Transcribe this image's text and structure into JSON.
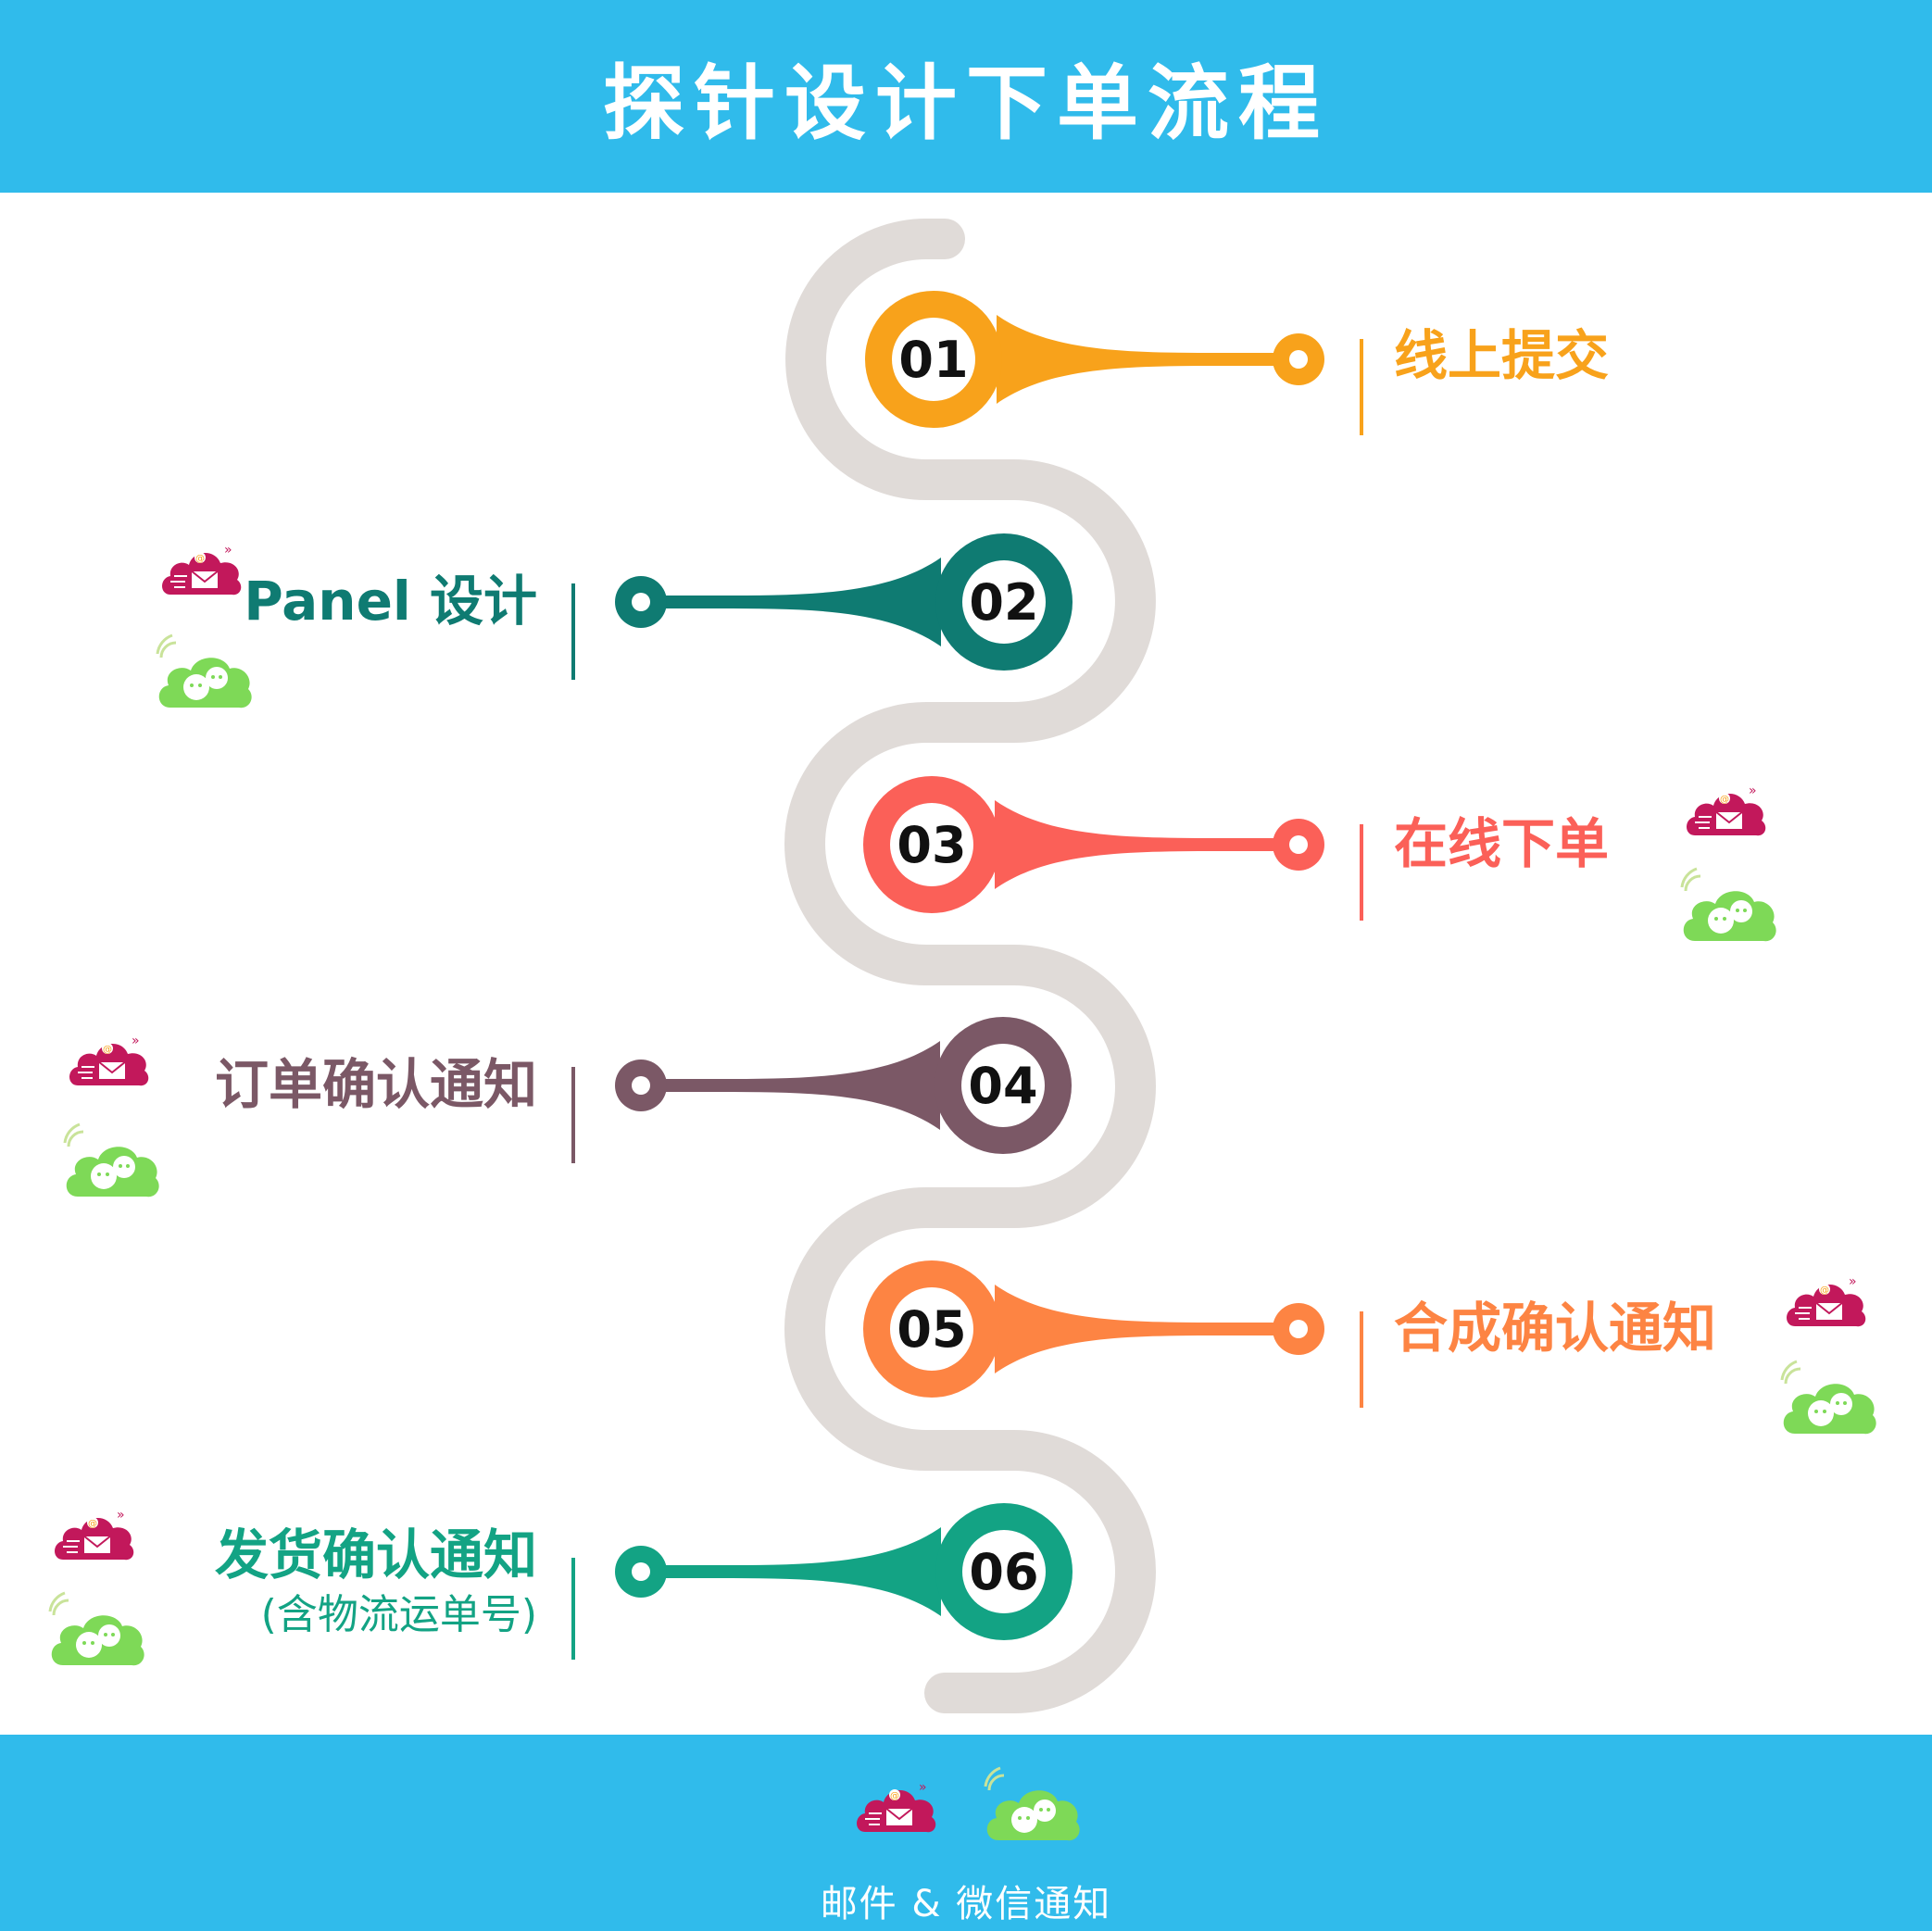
{
  "header": {
    "title": "探针设计下单流程"
  },
  "steps": [
    {
      "number": "01",
      "label": "线上提交",
      "color": "#f8a21b",
      "side": "right",
      "notify": false
    },
    {
      "number": "02",
      "label": "Panel 设计",
      "color": "#0f7b72",
      "side": "left",
      "notify": true
    },
    {
      "number": "03",
      "label": "在线下单",
      "color": "#fb6058",
      "side": "right",
      "notify": true
    },
    {
      "number": "04",
      "label": "订单确认通知",
      "color": "#7b5866",
      "side": "left",
      "notify": true
    },
    {
      "number": "05",
      "label": "合成确认通知",
      "color": "#fd8443",
      "side": "right",
      "notify": true
    },
    {
      "number": "06",
      "label": "发货确认通知",
      "sublabel": "(含物流运单号)",
      "color": "#13a384",
      "side": "left",
      "notify": true
    }
  ],
  "icons": {
    "email": "email-cloud-icon",
    "wechat": "wechat-cloud-icon"
  },
  "colors": {
    "header_bg": "#30bbeb",
    "track": "#e0dbd8",
    "email": "#c2185b",
    "wechat": "#7ed957"
  },
  "footer": {
    "caption": "邮件 & 微信通知"
  }
}
